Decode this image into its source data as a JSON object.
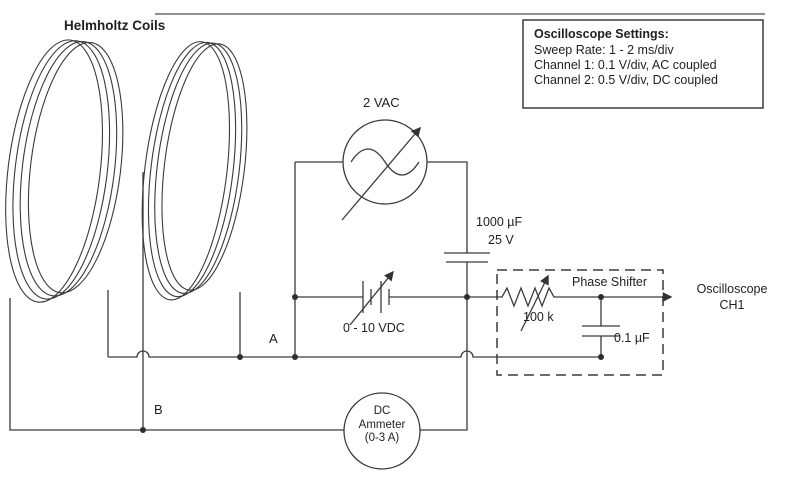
{
  "diagram_title": "Helmholtz Coils",
  "oscilloscope_settings": {
    "title": "Oscilloscope Settings:",
    "sweep_rate": "Sweep Rate: 1 - 2 ms/div",
    "channel_1": "Channel 1: 0.1 V/div, AC coupled",
    "channel_2": "Channel 2: 0.5 V/div, DC coupled"
  },
  "components": {
    "ac_source_label": "2 VAC",
    "filter_capacitor": {
      "value": "1000 µF",
      "voltage_rating": "25 V"
    },
    "dc_source_label": "0 - 10 VDC",
    "phase_shifter": {
      "title": "Phase Shifter",
      "resistor_value": "100 k",
      "capacitor_value": "0.1 µF"
    },
    "output_label": {
      "line1": "Oscilloscope",
      "line2": "CH1"
    },
    "ammeter": {
      "line1": "DC",
      "line2": "Ammeter",
      "line3": "(0-3 A)"
    },
    "node_a_label": "A",
    "node_b_label": "B"
  },
  "colors": {
    "ink": "#333333",
    "background": "#ffffff"
  }
}
